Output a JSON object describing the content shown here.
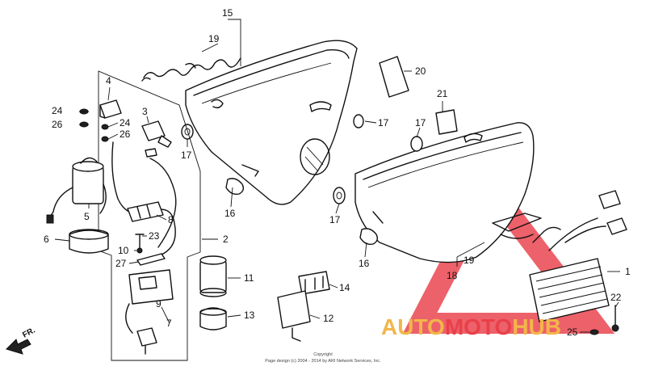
{
  "callouts": {
    "c1": "1",
    "c2": "2",
    "c3": "3",
    "c4": "4",
    "c5": "5",
    "c6": "6",
    "c7": "7",
    "c8": "8",
    "c9": "9",
    "c10": "10",
    "c11": "11",
    "c12": "12",
    "c13": "13",
    "c14": "14",
    "c15": "15",
    "c16a": "16",
    "c16b": "16",
    "c17a": "17",
    "c17b": "17",
    "c17c": "17",
    "c17d": "17",
    "c18": "18",
    "c19a": "19",
    "c19b": "19",
    "c20": "20",
    "c21": "21",
    "c22": "22",
    "c23": "23",
    "c24a": "24",
    "c24b": "24",
    "c25": "25",
    "c26a": "26",
    "c26b": "26",
    "c27": "27"
  },
  "direction_label": "FR.",
  "watermark": {
    "part1": "AUTO",
    "part2": "MOTO",
    "part3": "HUB",
    "color_auto": "#f2b64a",
    "color_moto": "#e8404a",
    "color_hub": "#f2b64a",
    "triangle_color": "#ea4550"
  },
  "copyright": {
    "line1": "Copyright",
    "line2": "Page design (c) 2004 - 2014 by ARI Network Services, Inc."
  }
}
